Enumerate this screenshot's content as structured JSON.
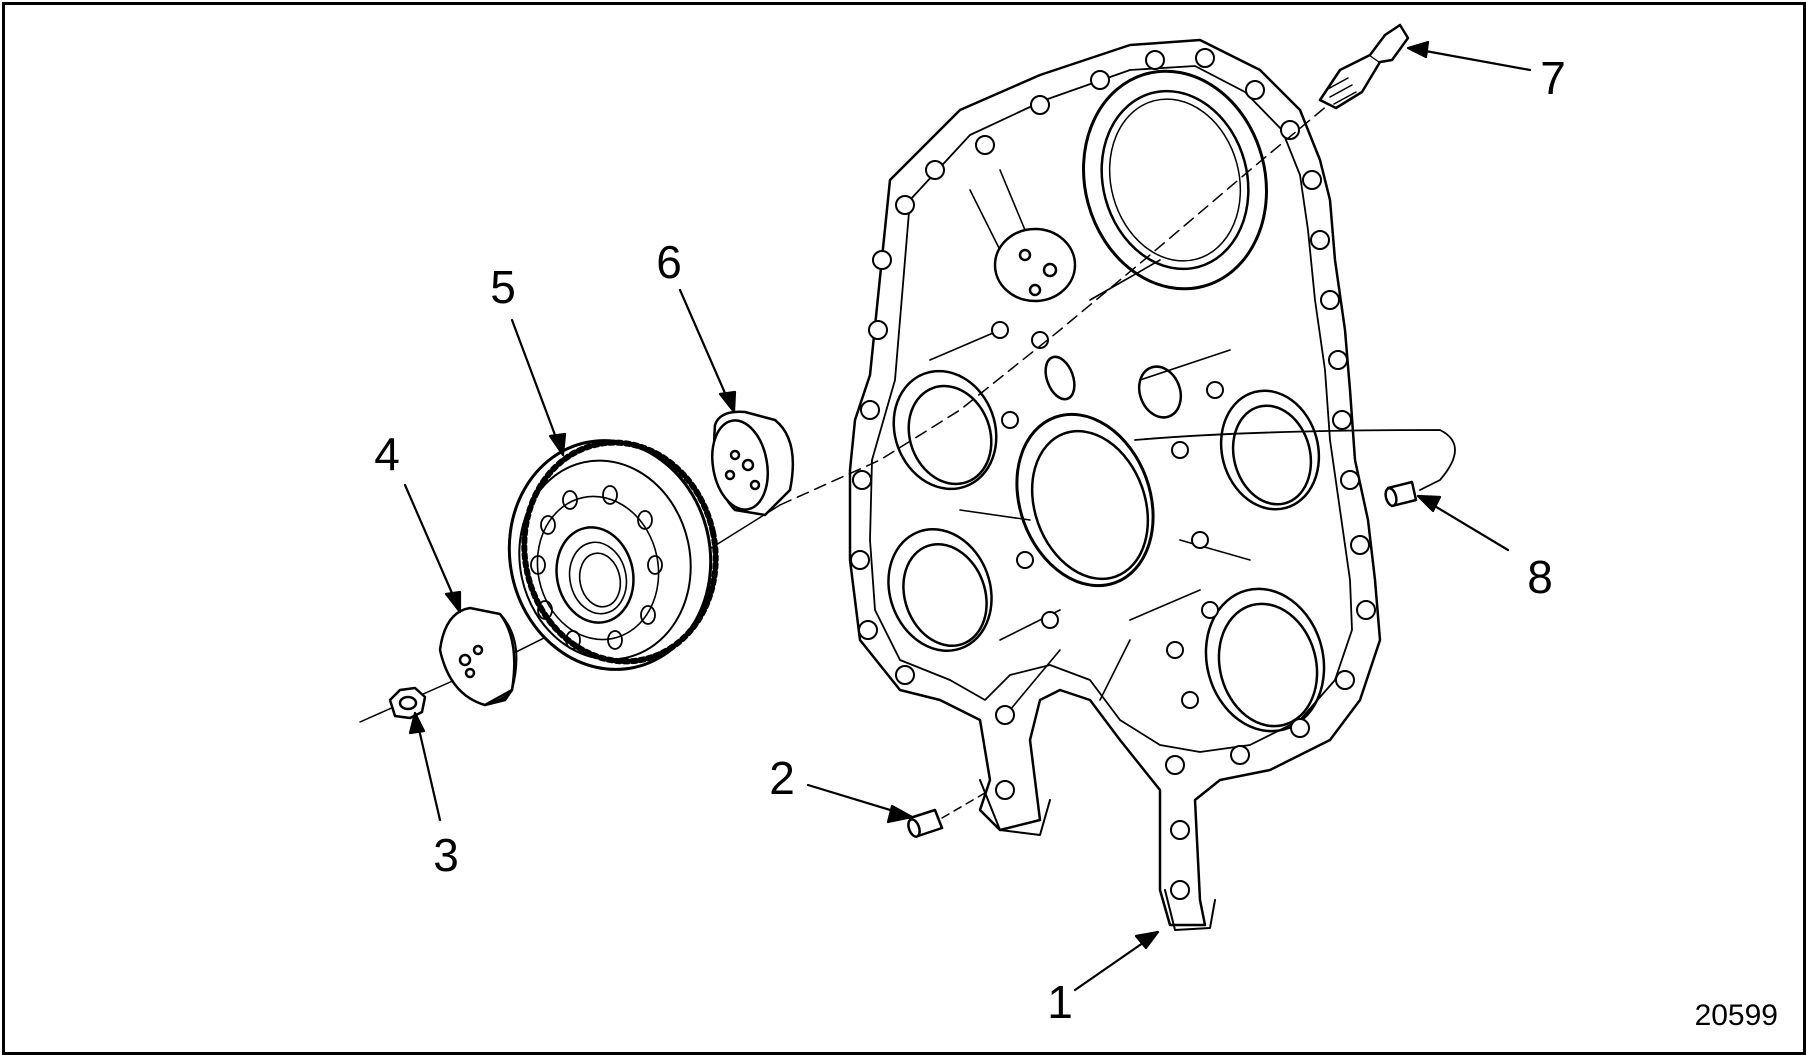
{
  "figure": {
    "number": "20599",
    "callouts": [
      {
        "id": "1",
        "text": "1"
      },
      {
        "id": "2",
        "text": "2"
      },
      {
        "id": "3",
        "text": "3"
      },
      {
        "id": "4",
        "text": "4"
      },
      {
        "id": "5",
        "text": "5"
      },
      {
        "id": "6",
        "text": "6"
      },
      {
        "id": "7",
        "text": "7"
      },
      {
        "id": "8",
        "text": "8"
      }
    ]
  },
  "colors": {
    "ink": "#000000",
    "paper": "#ffffff",
    "shade": "#e6e6e6"
  }
}
